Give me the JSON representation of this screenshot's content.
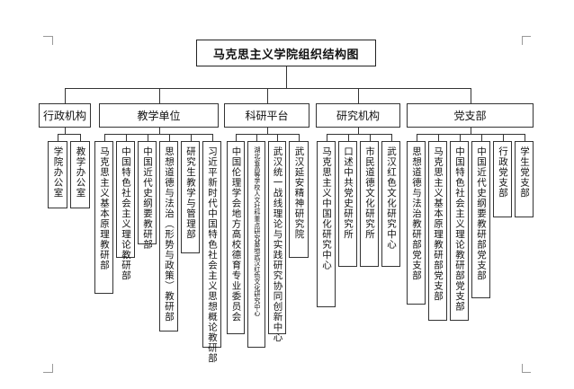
{
  "title": "马克思主义学院组织结构图",
  "categories": [
    {
      "name": "行政机构",
      "units": [
        "学院办公室",
        "教学办公室"
      ]
    },
    {
      "name": "教学单位",
      "units": [
        "马克思主义基本原理教研部",
        "中国特色社会主义理论教研部",
        "中国近代史纲要教研部",
        "思想道德与法治（形势与政策）教研部",
        "研究生教学与管理部",
        "习近平新时代中国特色社会主义思想概论教研部"
      ]
    },
    {
      "name": "科研平台",
      "units": [
        "中国伦理学会地方高校德育专业委员会",
        "湖北省高等学校人文社科重点研究基地武汉红色文化研究中心",
        "武汉统一战线理论与实践研究协同创新中心",
        "武汉延安精神研究院"
      ]
    },
    {
      "name": "研究机构",
      "units": [
        "马克思主义中国化研究中心",
        "口述中共党史研究所",
        "市民道德文化研究所",
        "武汉红色文化研究中心"
      ]
    },
    {
      "name": "党支部",
      "units": [
        "思想道德与法治教研部党支部",
        "马克思主义基本原理教研部党支部",
        "中国特色社会主义理论教研部党支部",
        "中国近代史纲要教研部党支部",
        "行政党支部",
        "学生党支部"
      ]
    }
  ]
}
